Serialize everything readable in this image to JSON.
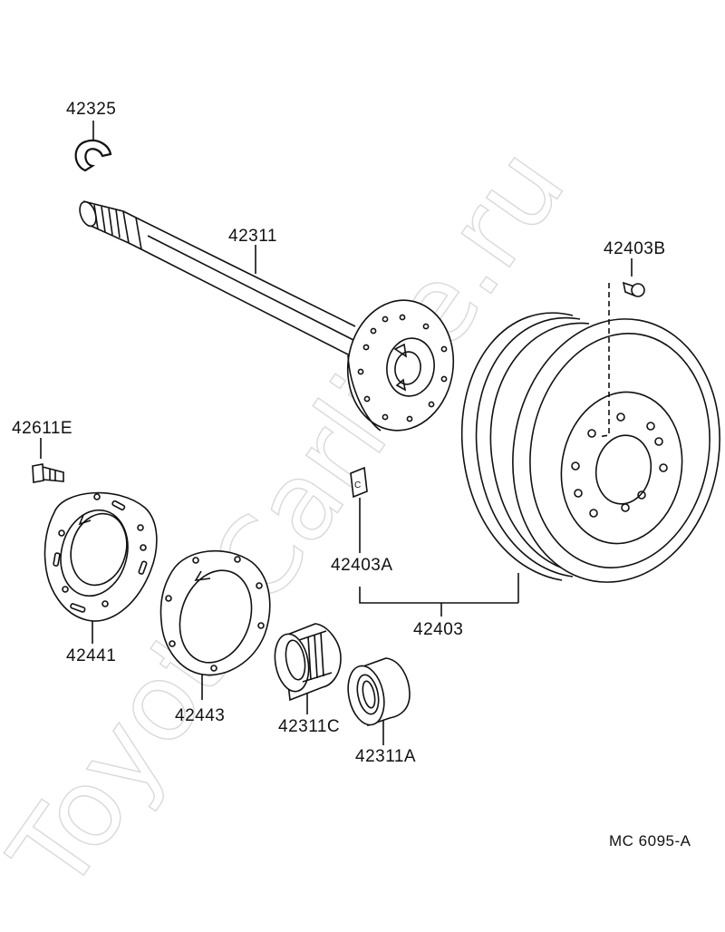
{
  "watermark": "ToyotaCarline.ru",
  "parts": {
    "p42325": "42325",
    "p42311": "42311",
    "p42403B": "42403B",
    "p42611E": "42611E",
    "p42403A": "42403A",
    "p42403": "42403",
    "p42441": "42441",
    "p42443": "42443",
    "p42311C": "42311C",
    "p42311A": "42311A"
  },
  "tag_letter": "C",
  "drawing_code": "MC  6095-A"
}
